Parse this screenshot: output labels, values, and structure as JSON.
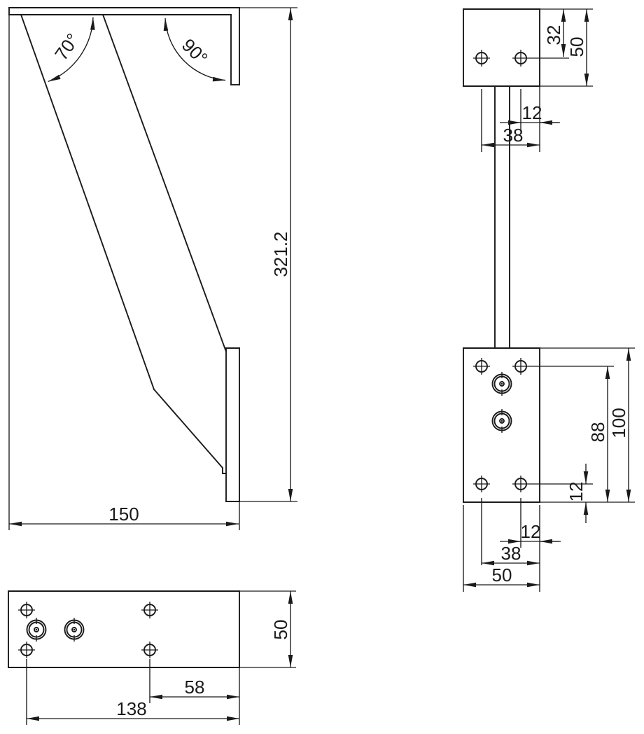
{
  "colors": {
    "ink": "#1a1a1a",
    "paper": "#ffffff"
  },
  "drawing": {
    "side_view": {
      "angle_leg": "70°",
      "angle_corner": "90°",
      "overall_height": "321.2",
      "overall_width": "150"
    },
    "front_view": {
      "top_plate": {
        "hole_center_from_top": "32",
        "plate_width": "50",
        "hole_to_edge": "12",
        "hole_to_edge_far": "38"
      },
      "wall_plate": {
        "hole_to_bottom": "88",
        "plate_height": "100",
        "hole_to_bottom_edge": "12",
        "hole_to_edge": "12",
        "hole_to_edge_far": "38",
        "plate_width": "50"
      }
    },
    "plan_view": {
      "plate_depth": "50",
      "hole_to_edge_span": "58",
      "hole_span": "138"
    }
  }
}
